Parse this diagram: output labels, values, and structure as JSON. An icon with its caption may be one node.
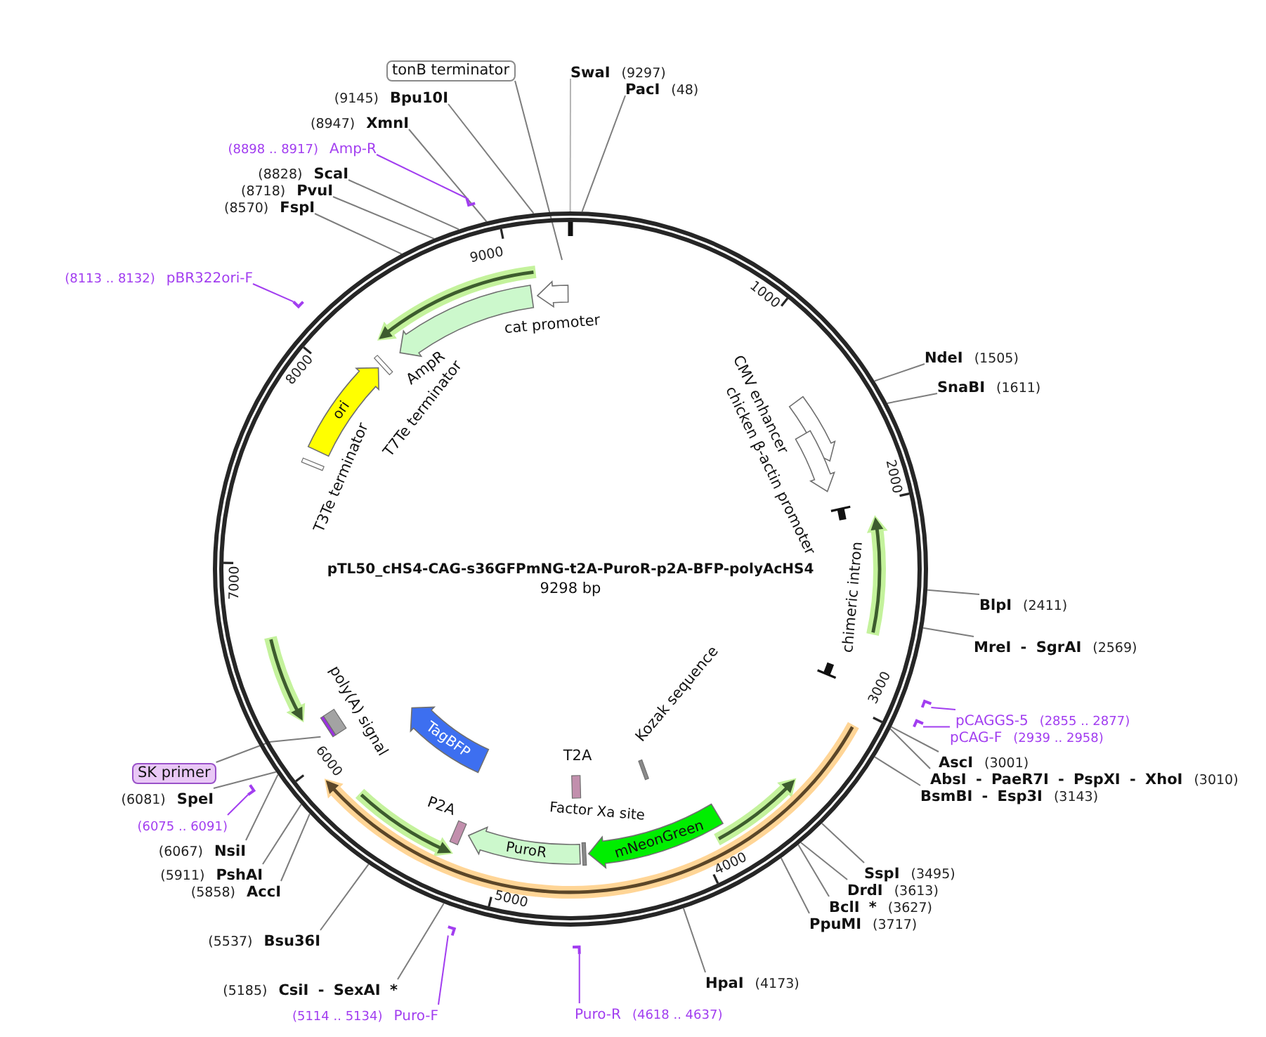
{
  "diagram": {
    "title": "pTL50_cHS4-CAG-s36GFPmNG-t2A-PuroR-p2A-BFP-polyAcHS4",
    "nodes": [
      {
        "text": [],
        "shape": "arrow",
        "beside": [
          "cat promoter"
        ]
      },
      {
        "text": [],
        "shape": "arrow",
        "beside": [
          "AmpR"
        ]
      },
      {
        "text": [],
        "shape": "bar",
        "beside": [
          "T7Te terminator"
        ]
      },
      {
        "text": [
          "ori"
        ]
      },
      {
        "text": [],
        "shape": "bar",
        "beside": [
          "T3Te terminator"
        ]
      },
      {
        "text": [],
        "shape": "arrow",
        "beside": [
          "CMV enhancer"
        ]
      },
      {
        "text": [],
        "shape": "arrow",
        "beside": [
          "chicken β-actin promoter"
        ]
      },
      {
        "text": [],
        "shape": "bar",
        "beside": [
          "chimeric intron"
        ]
      },
      {
        "text": [],
        "shape": "bar",
        "beside": [
          "Kozak sequence"
        ]
      },
      {
        "text": [],
        "shape": "box",
        "beside": [
          "T2A"
        ]
      },
      {
        "text": [
          "mNeonGreen"
        ]
      },
      {
        "text": [],
        "shape": "bar"
      },
      {
        "text": [
          "PuroR"
        ]
      },
      {
        "text": [],
        "shape": "box",
        "beside": [
          "P2A"
        ]
      },
      {
        "text": [
          "TagBFP"
        ]
      },
      {
        "text": [],
        "shape": "box",
        "beside": [
          "poly(A) signal"
        ]
      },
      {
        "text": [
          "tonB terminator"
        ]
      },
      {
        "text": [
          "SwaI",
          "(9297)"
        ]
      },
      {
        "text": [
          "PacI",
          "(48)"
        ]
      },
      {
        "text": [
          "(9145)",
          "Bpu10I"
        ]
      },
      {
        "text": [
          "(8947)",
          "XmnI"
        ]
      },
      {
        "text": [
          "(8898 .. 8917)",
          "Amp-R"
        ]
      },
      {
        "text": [],
        "shape": "bar"
      },
      {
        "text": [
          "(8828)",
          "ScaI"
        ]
      },
      {
        "text": [
          "(8718)",
          "PvuI"
        ]
      },
      {
        "text": [
          "(8570)",
          "FspI"
        ]
      },
      {
        "text": [
          "(8113 .. 8132)",
          "pBR322ori-F"
        ]
      },
      {
        "text": [],
        "shape": "bar"
      },
      {
        "text": [
          "NdeI",
          "(1505)"
        ]
      },
      {
        "text": [
          "SnaBI",
          "(1611)"
        ]
      },
      {
        "text": [
          "BlpI",
          "(2411)"
        ]
      },
      {
        "text": [
          "MreI - SgrAI",
          "(2569)"
        ]
      },
      {
        "text": [
          "pCAGGS-5",
          "(2855 .. 2877)"
        ]
      },
      {
        "text": [],
        "shape": "bar"
      },
      {
        "text": [
          "pCAG-F",
          "(2939 .. 2958)"
        ]
      },
      {
        "text": [],
        "shape": "bar"
      },
      {
        "text": [
          "AscI",
          "(3001)"
        ]
      },
      {
        "text": [
          "AbsI - PaeR7I - PspXI - XhoI",
          "(3010)"
        ]
      },
      {
        "text": [
          "BsmBI - Esp3I",
          "(3143)"
        ]
      },
      {
        "text": [
          "SK primer"
        ]
      },
      {
        "text": [
          "(6081)",
          "SpeI"
        ]
      },
      {
        "text": [
          "(6075 .. 6091)"
        ]
      },
      {
        "text": [],
        "shape": "bar"
      },
      {
        "text": [
          "(6067)",
          "NsiI"
        ]
      },
      {
        "text": [
          "(5911)",
          "PshAI"
        ]
      },
      {
        "text": [
          "(5858)",
          "AccI"
        ]
      },
      {
        "text": [
          "SspI",
          "(3495)"
        ]
      },
      {
        "text": [
          "DrdI",
          "(3613)"
        ]
      },
      {
        "text": [
          "BclI *",
          "(3627)"
        ]
      },
      {
        "text": [
          "PpuMI",
          "(3717)"
        ]
      },
      {
        "text": [
          "(5537)",
          "Bsu36I"
        ]
      },
      {
        "text": [
          "HpaI",
          "(4173)"
        ]
      },
      {
        "text": [
          "(5185)",
          "CsiI - SexAI *"
        ]
      },
      {
        "text": [
          "(5114 .. 5134)",
          "Puro-F"
        ]
      },
      {
        "text": [],
        "shape": "bar"
      },
      {
        "text": [
          "Puro-R",
          "(4618 .. 4637)"
        ]
      },
      {
        "text": [],
        "shape": "bar"
      },
      {
        "text": [],
        "shape": "bar"
      }
    ],
    "edges": [
      {
        "from": 16,
        "to": null,
        "arrow": "none"
      },
      {
        "from": 17,
        "to": null,
        "arrow": "none",
        "color": "#b4b4b4"
      },
      {
        "from": 18,
        "to": null,
        "arrow": "none"
      },
      {
        "from": 19,
        "to": null,
        "arrow": "none"
      },
      {
        "from": 20,
        "to": null,
        "arrow": "none"
      },
      {
        "from": 21,
        "to": 22,
        "arrow": "none",
        "color": "#a23ef0"
      },
      {
        "from": 23,
        "to": null,
        "arrow": "none"
      },
      {
        "from": 24,
        "to": null,
        "arrow": "none"
      },
      {
        "from": 25,
        "to": null,
        "arrow": "none"
      },
      {
        "from": 26,
        "to": 27,
        "arrow": "none",
        "color": "#a23ef0"
      },
      {
        "from": 28,
        "to": null,
        "arrow": "none"
      },
      {
        "from": 29,
        "to": null,
        "arrow": "none"
      },
      {
        "from": 30,
        "to": null,
        "arrow": "none"
      },
      {
        "from": 31,
        "to": null,
        "arrow": "none"
      },
      {
        "from": 32,
        "to": 33,
        "arrow": "none",
        "color": "#a23ef0"
      },
      {
        "from": 34,
        "to": 35,
        "arrow": "none",
        "color": "#a23ef0"
      },
      {
        "from": 36,
        "to": null,
        "arrow": "none"
      },
      {
        "from": 37,
        "to": null,
        "arrow": "none"
      },
      {
        "from": 38,
        "to": null,
        "arrow": "none"
      },
      {
        "from": 39,
        "to": 57,
        "arrow": "none"
      },
      {
        "from": 40,
        "to": null,
        "arrow": "none"
      },
      {
        "from": 41,
        "to": 42,
        "arrow": "none",
        "color": "#a23ef0"
      },
      {
        "from": 43,
        "to": null,
        "arrow": "none"
      },
      {
        "from": 44,
        "to": null,
        "arrow": "none"
      },
      {
        "from": 45,
        "to": null,
        "arrow": "none"
      },
      {
        "from": 46,
        "to": null,
        "arrow": "none"
      },
      {
        "from": 47,
        "to": null,
        "arrow": "none"
      },
      {
        "from": 48,
        "to": null,
        "arrow": "none"
      },
      {
        "from": 49,
        "to": null,
        "arrow": "none"
      },
      {
        "from": 50,
        "to": null,
        "arrow": "none"
      },
      {
        "from": 51,
        "to": null,
        "arrow": "none"
      },
      {
        "from": 52,
        "to": null,
        "arrow": "none"
      },
      {
        "from": 53,
        "to": 54,
        "arrow": "none",
        "color": "#a23ef0"
      },
      {
        "from": 55,
        "to": 56,
        "arrow": "none",
        "color": "#a23ef0"
      }
    ],
    "labels": [
      "9000",
      "1000",
      "8000",
      "2000",
      "9298 bp",
      "7000",
      "3000",
      "6000",
      "Factor Xa site",
      "4000",
      "5000"
    ]
  }
}
